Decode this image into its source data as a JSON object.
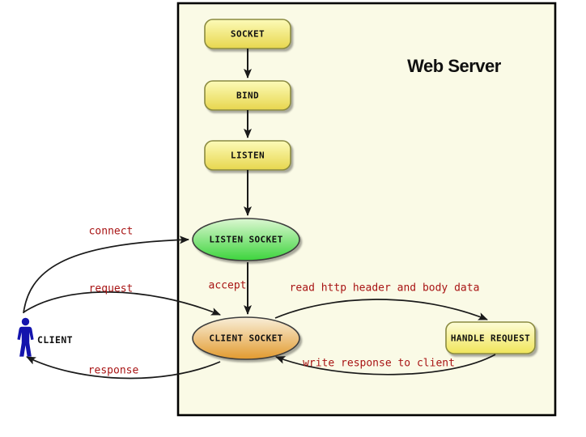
{
  "diagram": {
    "title": "Web Server",
    "nodes": {
      "socket": "SOCKET",
      "bind": "BIND",
      "listen": "LISTEN",
      "listen_socket": "LISTEN SOCKET",
      "client_socket": "CLIENT SOCKET",
      "handle_request": "HANDLE REQUEST"
    },
    "actor": {
      "label": "CLIENT"
    },
    "edges": {
      "connect": "connect",
      "request": "request",
      "response": "response",
      "accept": "accept",
      "read": "read http header and body data",
      "write": "write response to client"
    },
    "colors": {
      "panel_fill": "#fafae6",
      "panel_border": "#000000",
      "box_fill_top": "#fcfab8",
      "box_fill_bottom": "#e7d64e",
      "box_border": "#8a8a40",
      "handle_fill_top": "#fdfcd8",
      "handle_fill_bottom": "#f0e559",
      "green_fill_top": "#dcf7d2",
      "green_fill_bottom": "#3cd43c",
      "orange_fill_top": "#f8eed8",
      "orange_fill_bottom": "#e29a2f",
      "ellipse_border": "#3d3d3d",
      "arrow_color": "#1a1a1a",
      "edge_label_red": "#a81414",
      "actor_blue": "#1414ad",
      "node_text": "#111111"
    }
  }
}
